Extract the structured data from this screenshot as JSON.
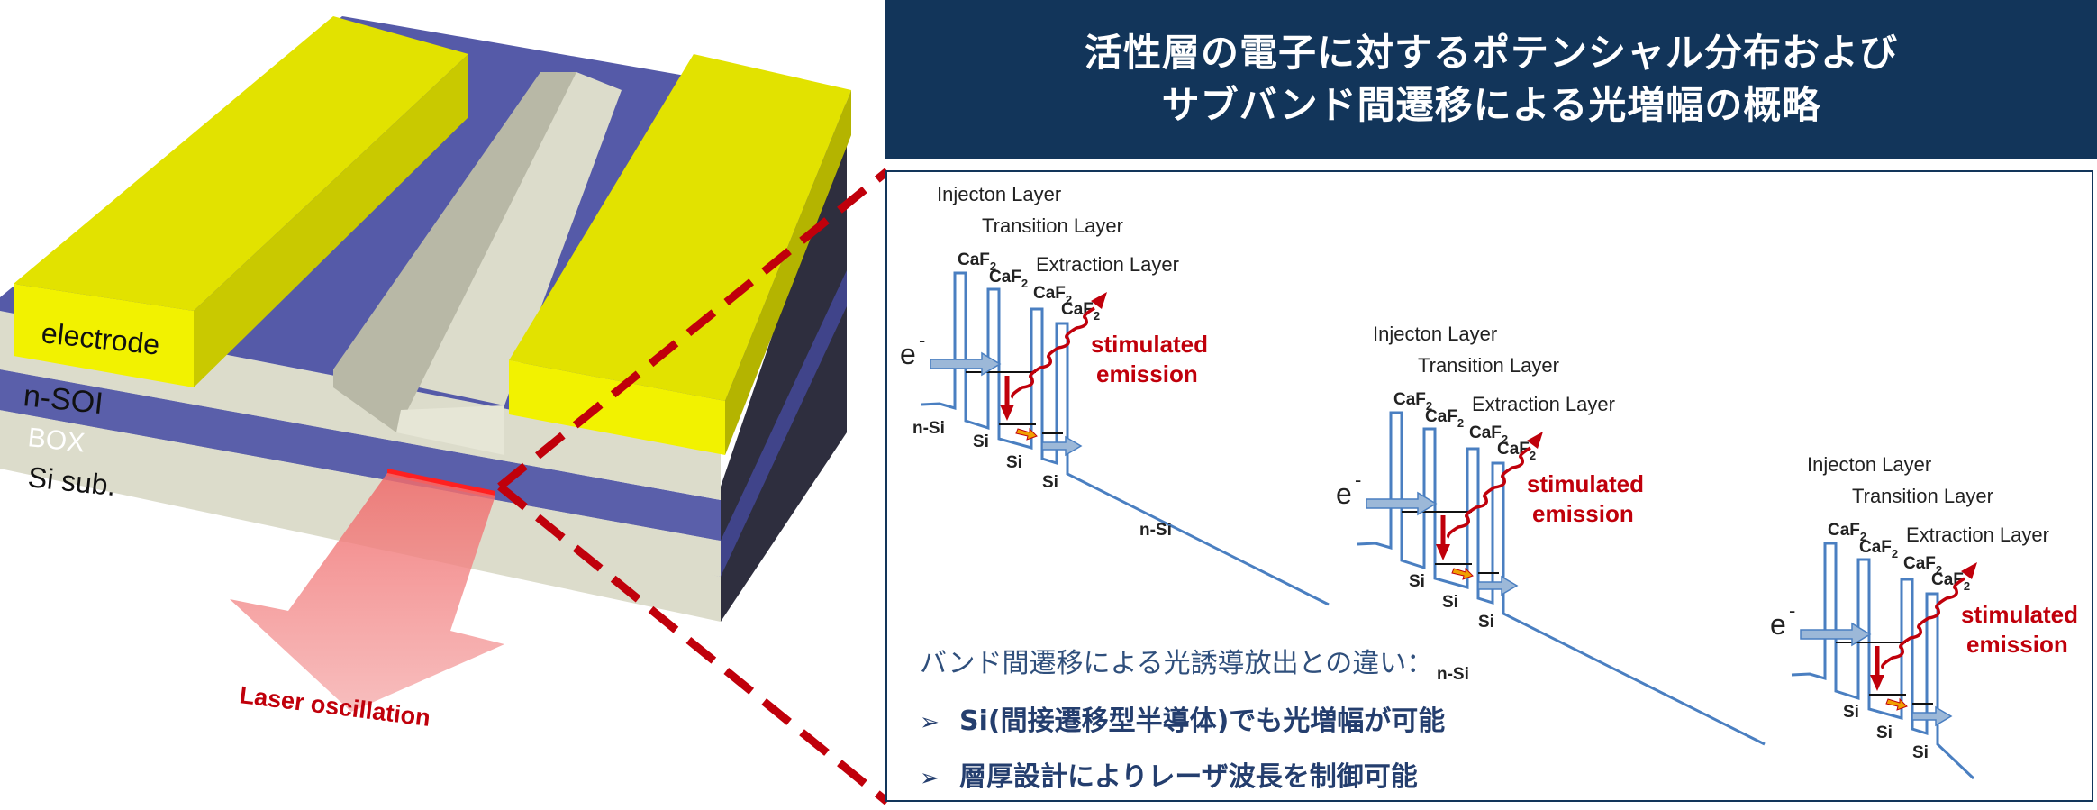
{
  "device": {
    "electrode_label": "electrode",
    "nsoi_label": "n-SOI",
    "box_label": "BOX",
    "sub_label": "Si sub.",
    "laser_label": "Laser oscillation",
    "colors": {
      "electrode": "#e2e200",
      "box": "#5a5faa",
      "soi": "#dcdccb",
      "laser": "#f08a8a"
    }
  },
  "title": {
    "line1": "活性層の電子に対するポテンシャル分布および",
    "line2": "サブバンド間遷移による光増幅の概略"
  },
  "diagram": {
    "stages": [
      {
        "injection": "Injecton Layer",
        "transition": "Transition Layer",
        "extraction": "Extraction Layer",
        "caf2": [
          "CaF2",
          "CaF2",
          "CaF2",
          "CaF2"
        ],
        "electron": "e",
        "electron_sup": "-",
        "nsi": "n-Si",
        "si": [
          "Si",
          "Si",
          "Si"
        ],
        "emission": [
          "stimulated",
          "emission"
        ]
      },
      {
        "injection": "Injecton Layer",
        "transition": "Transition Layer",
        "extraction": "Extraction Layer",
        "caf2": [
          "CaF2",
          "CaF2",
          "CaF2",
          "CaF2"
        ],
        "electron": "e",
        "electron_sup": "-",
        "nsi": "n-Si",
        "si": [
          "Si",
          "Si",
          "Si"
        ],
        "emission": [
          "stimulated",
          "emission"
        ]
      },
      {
        "injection": "Injecton Layer",
        "transition": "Transition Layer",
        "extraction": "Extraction Layer",
        "caf2": [
          "CaF2",
          "CaF2",
          "CaF2",
          "CaF2"
        ],
        "electron": "e",
        "electron_sup": "-",
        "nsi": "n-Si",
        "si": [
          "Si",
          "Si",
          "Si"
        ],
        "emission": [
          "stimulated",
          "emission"
        ]
      }
    ],
    "colors": {
      "band": "#4a7fc1",
      "emission": "#c0000b",
      "arrow": "#9cb8d8"
    }
  },
  "notes": {
    "heading": "バンド間遷移による光誘導放出との違い：",
    "bullet_mark": "➢",
    "bullets": [
      "Si(間接遷移型半導体)でも光増幅が可能",
      "層厚設計によりレーザ波長を制御可能"
    ]
  }
}
